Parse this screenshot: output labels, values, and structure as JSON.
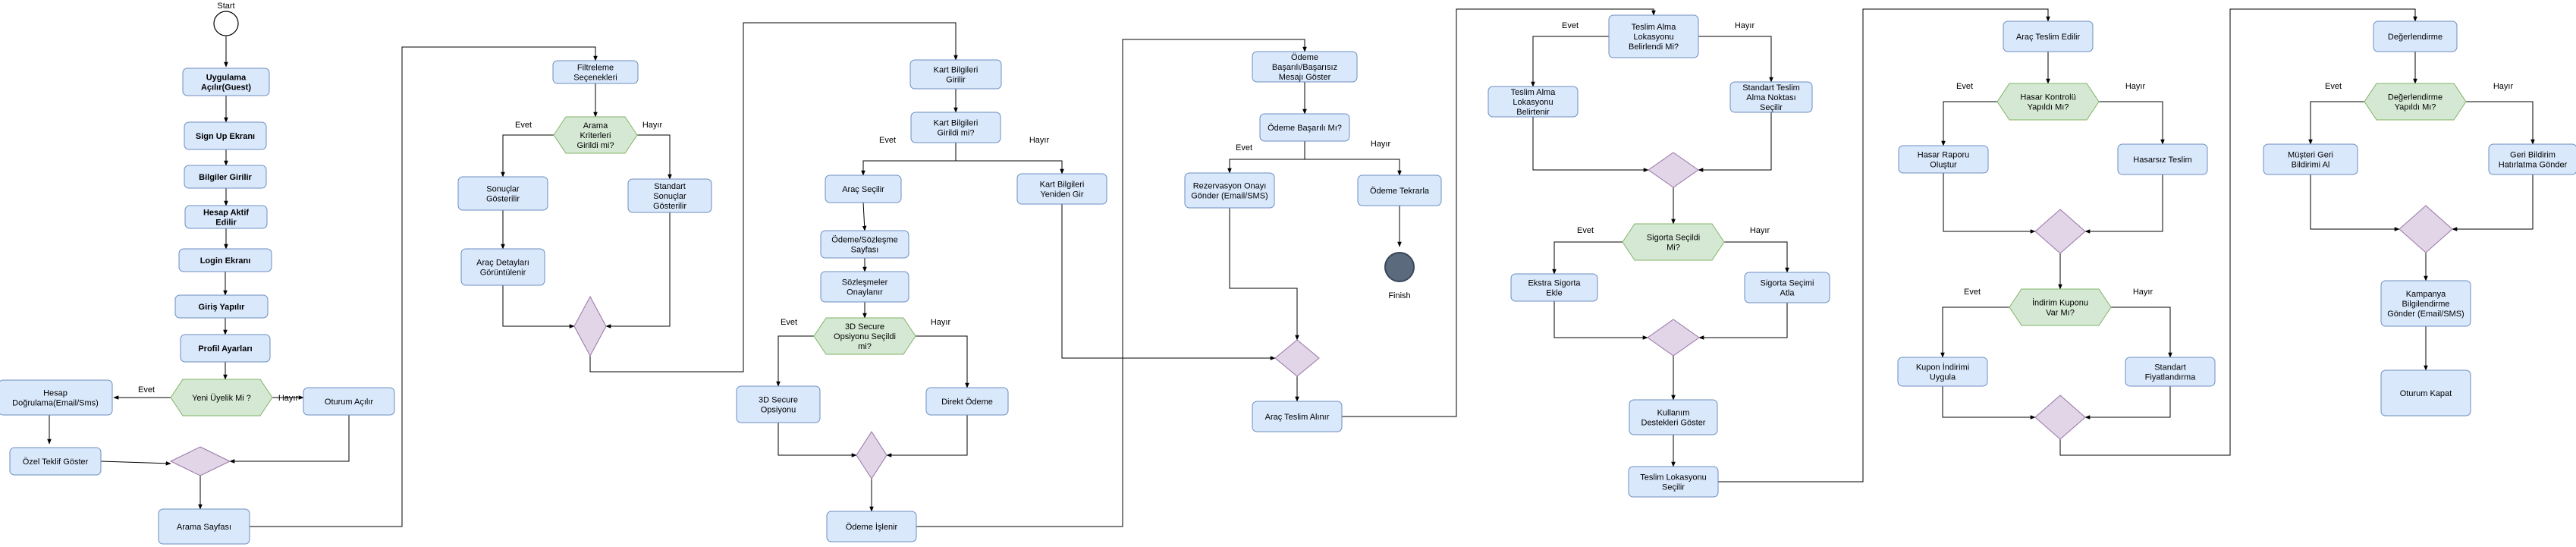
{
  "diagram": {
    "start_label": "Start",
    "finish_label": "Finish",
    "colors": {
      "box_fill": "#dae8fc",
      "box_stroke": "#6c8ebf",
      "decision_fill": "#d5e8d4",
      "decision_stroke": "#82b366",
      "merge_fill": "#e1d5e7",
      "merge_stroke": "#9673a6",
      "line": "#000000",
      "end_fill": "#5b6b7d"
    },
    "nodes": {
      "uygulama": "Uygulama Açılır(Guest)",
      "signup": "Sign Up Ekranı",
      "bilgiler": "Bilgiler Girilir",
      "hesapaktif": "Hesap Aktif Edilir",
      "login": "Login Ekranı",
      "giris": "Giriş Yapılır",
      "profil": "Profil Ayarları",
      "yeniuyelik": "Yeni Üyelik Mi ?",
      "hesapdog": "Hesap Doğrulama(Email/Sms)",
      "oturumacilir": "Oturum Açılır",
      "ozelteklif": "Özel Teklif Göster",
      "aramasayfasi": "Arama Sayfası",
      "filtreleme": "Filtreleme Seçenekleri",
      "aramakrit": "Arama Kriterleri Girildi mi?",
      "sonuclar": "Sonuçlar Gösterilir",
      "standartsonuc": "Standart Sonuçlar Gösterilir",
      "aracdetay": "Araç Detayları Görüntülenir",
      "kartbilgi": "Kart Bilgileri Girilir",
      "kartgirildi": "Kart Bilgileri Girildi mi?",
      "aracsecilir": "Araç Seçilir",
      "kartyeniden": "Kart Bilgileri Yeniden Gir",
      "odemesozlesme": "Ödeme/Sözleşme Sayfası",
      "sozlesmeler": "Sözleşmeler Onaylanır",
      "secure3d": "3D Secure Opsiyonu Seçildi mi?",
      "secureops": "3D Secure Opsiyonu",
      "direktodeme": "Direkt Ödeme",
      "odemeislenir": "Ödeme İşlenir",
      "odemebasari": "Ödeme Başarılı/Başarısız Mesajı Göster",
      "odemebasarimi": "Ödeme Başarılı Mı?",
      "rezervasyon": "Rezervasyon Onayı Gönder (Email/SMS)",
      "odemetekrar": "Ödeme Tekrarla",
      "aracteslimalinir": "Araç Teslim Alınır",
      "teslimlokasyon": "Teslim Alma Lokasyonu Belirlendi Mi?",
      "teslimalmabelirt": "Teslim Alma Lokasyonu Belirtenir",
      "standartteslim": "Standart Teslim Alma Noktası Seçilir",
      "sigortasecildi": "Sigorta Seçildi Mi?",
      "ekstrasigorta": "Ekstra Sigorta Ekle",
      "sigortaatla": "Sigorta Seçimi Atla",
      "kullanimdestek": "Kullanım Destekleri Göster",
      "teslimlokasyonsec": "Teslim Lokasyonu Seçilir",
      "aracteslimedilir": "Araç Teslim Edilir",
      "hasarkontrol": "Hasar Kontrolü Yapıldı Mı?",
      "hasarraporu": "Hasar Raporu Oluştur",
      "hasarsizteslim": "Hasarsız Teslim",
      "indirimkuponu": "İndirim Kuponu Var Mı?",
      "kuponuygula": "Kupon İndirimi Uygula",
      "standartfiyat": "Standart Fiyatlandırma",
      "degerlendirme": "Değerlendirme",
      "degyapildi": "Değerlendirme Yapıldı Mı?",
      "musterigeri": "Müşteri Geri Bildirimi Al",
      "geribildirim": "Geri Bildirim Hatırlatma Gönder",
      "kampanya": "Kampanya Bilgilendirme Gönder (Email/SMS)",
      "oturumkapat": "Oturum Kapat"
    },
    "edge_labels": {
      "yes": "Evet",
      "no": "Hayır"
    }
  }
}
